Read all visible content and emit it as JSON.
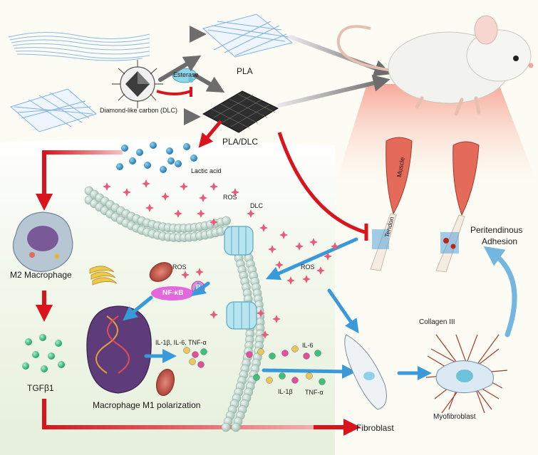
{
  "labels": {
    "pla": "PLA",
    "esterase": "Esterase",
    "dlc_full": "Diamond-like carbon (DLC)",
    "pla_dlc": "PLA/DLC",
    "lactic_acid": "Lactic acid",
    "m2_macrophage": "M2 Macrophage",
    "tgfb1": "TGFβ1",
    "ros_top": "ROS",
    "dlc": "DLC",
    "ros_mid": "ROS",
    "ros_right": "ROS",
    "nfkb": "NF-κB",
    "phospho": "P",
    "cytokines_nucleus": "IL-1β, IL-6, TNF-α",
    "il6": "IL-6",
    "il1b": "IL-1β",
    "tnfa": "TNF-α",
    "m1_polarization": "Macrophage M1 polarization",
    "fibroblast": "Fibroblast",
    "collagen3": "Collagen III",
    "myofibroblast": "Myofibroblast",
    "muscle": "Muscle",
    "tendon": "Tendon",
    "peritendinous": "Peritendinous",
    "adhesion": "Adhesion"
  },
  "colors": {
    "red_arrow": "#d9141c",
    "blue_arrow": "#3a9ad9",
    "grey_arrow": "#7a7a7a",
    "background_green": "#e9f3df",
    "membrane": "#b9d3c7",
    "nucleus": "#5e3c7a",
    "ros": "#e85a7a",
    "nfkb": "#e04fd8"
  }
}
